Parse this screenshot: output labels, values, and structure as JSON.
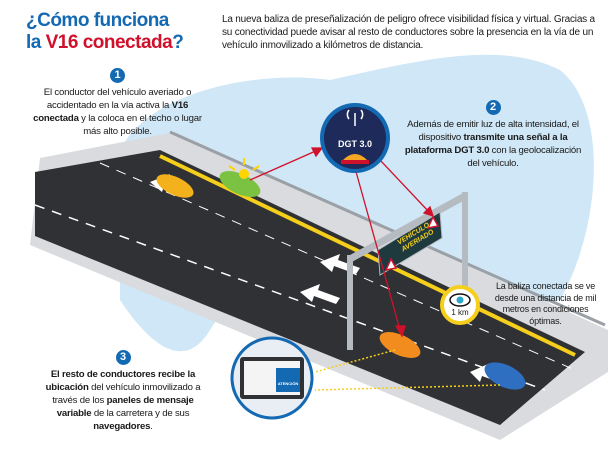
{
  "title": {
    "line1": "¿Cómo funciona",
    "line2_prefix": "la ",
    "line2_highlight": "V16 conectada",
    "line2_suffix": "?"
  },
  "intro": "La nueva baliza de preseñalización de peligro ofrece visibilidad física y virtual. Gracias a su conectividad puede avisar al resto de conductores sobre la presencia en la vía de un vehículo inmovilizado a kilómetros de distancia.",
  "steps": [
    {
      "number": "1",
      "text_a": "El conductor del vehículo averiado o accidentado en la vía activa la ",
      "bold_a": "V16 conectada",
      "text_b": " y la coloca en el techo o lugar más alto posible."
    },
    {
      "number": "2",
      "text_a": "Además de emitir luz de alta intensidad, el dispositivo ",
      "bold_a": "transmite una señal a la plataforma DGT 3.0",
      "text_b": " con la geolocalización del vehículo."
    },
    {
      "number": "3",
      "bold_a": "El resto de conductores recibe la ubicación",
      "text_a": " del vehículo inmovilizado a través de los ",
      "bold_b": "paneles de mensaje variable",
      "text_b": " de la carretera y de sus ",
      "bold_c": "navegadores",
      "text_c": "."
    }
  ],
  "dgt_badge": "DGT 3.0",
  "sign": {
    "line1": "VEHÍCULO",
    "line2": "AVERIADO"
  },
  "visibility": {
    "distance": "1 km",
    "note": "La baliza conectada se ve desde una distancia de mil metros en condiciones óptimas."
  },
  "navigator": {
    "alert": "ATENCIÓN"
  },
  "colors": {
    "blue": "#1469b3",
    "red": "#d0112b",
    "sky": "#cfe7f6",
    "asphalt": "#2f3135",
    "yellow": "#f5cf1b"
  }
}
